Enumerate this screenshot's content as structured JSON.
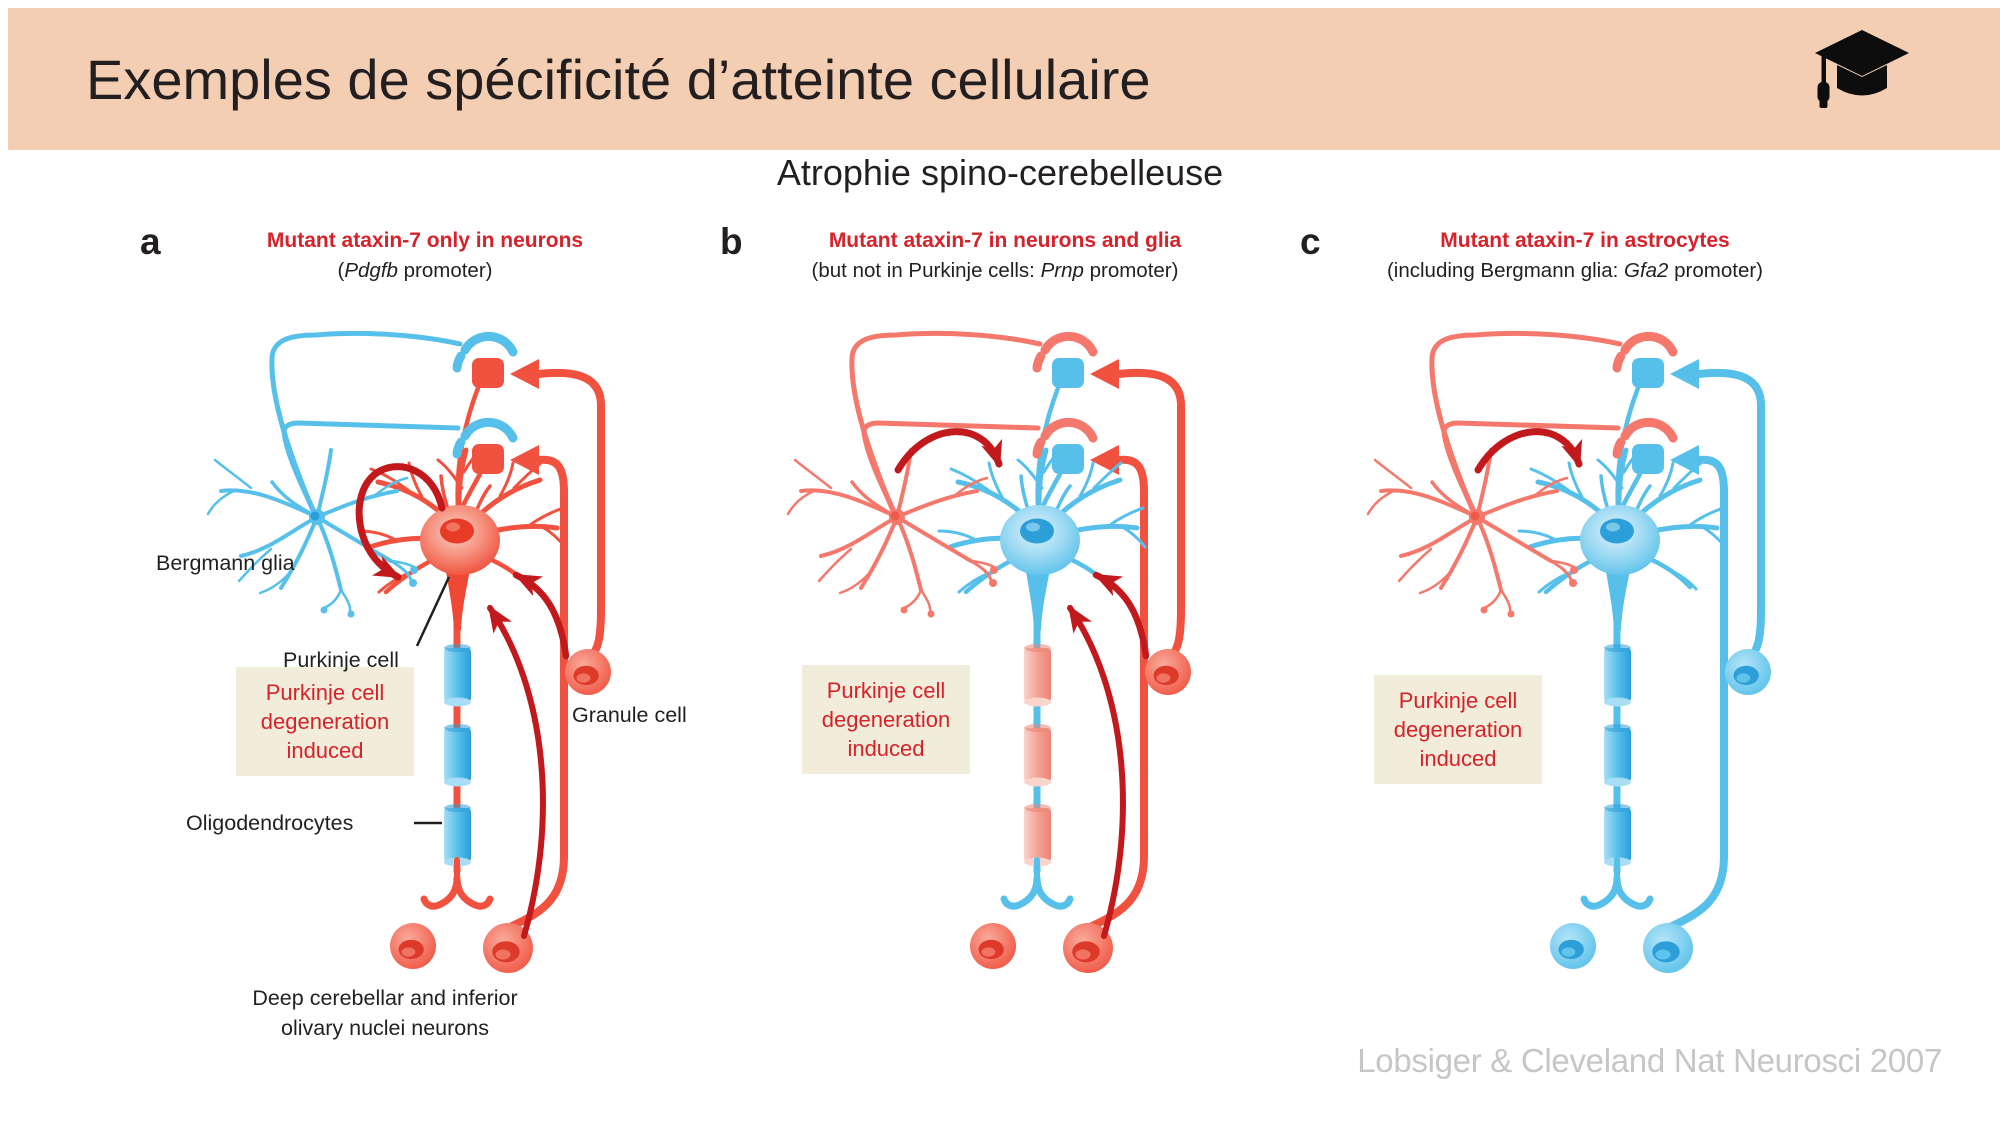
{
  "header": {
    "title": "Exemples de spécificité d’atteinte cellulaire",
    "icon": "graduation-cap-icon",
    "background": "#F4CEB2"
  },
  "subtitle": "Atrophie spino-cerebelleuse",
  "citation": "Lobsiger & Cleveland Nat Neurosci 2007",
  "figure": {
    "panels": [
      {
        "letter": "a",
        "title": "Mutant ataxin-7 only in neurons",
        "subtitle_pre": "(",
        "subtitle_italic": "Pdgfb",
        "subtitle_post": " promoter)",
        "degeneration_box": {
          "line1": "Purkinje cell",
          "line2": "degeneration",
          "line3": "induced"
        },
        "cells": {
          "bergmann_glia": "blue",
          "purkinje_cell": "red",
          "granule_cell": "red",
          "oligodendrocytes": "blue",
          "deep_neurons": "red"
        },
        "arrows": [
          "purkinje-self-loop",
          "granule-to-purkinje",
          "climbing-fiber-to-purkinje"
        ],
        "show_labels": true
      },
      {
        "letter": "b",
        "title": "Mutant ataxin-7 in neurons and glia",
        "subtitle_pre": "(but not in Purkinje cells: ",
        "subtitle_italic": "Prnp",
        "subtitle_post": " promoter)",
        "degeneration_box": {
          "line1": "Purkinje cell",
          "line2": "degeneration",
          "line3": "induced"
        },
        "cells": {
          "bergmann_glia": "salmon",
          "purkinje_cell": "blue",
          "granule_cell": "red",
          "oligodendrocytes": "salmon",
          "deep_neurons": "red"
        },
        "arrows": [
          "glia-to-purkinje",
          "granule-to-purkinje",
          "climbing-fiber-to-purkinje"
        ],
        "show_labels": false
      },
      {
        "letter": "c",
        "title": "Mutant ataxin-7 in astrocytes",
        "subtitle_pre": "(including Bergmann glia: ",
        "subtitle_italic": "Gfa2",
        "subtitle_post": " promoter)",
        "degeneration_box": {
          "line1": "Purkinje cell",
          "line2": "degeneration",
          "line3": "induced"
        },
        "cells": {
          "bergmann_glia": "salmon",
          "purkinje_cell": "blue",
          "granule_cell": "blue",
          "oligodendrocytes": "blue",
          "deep_neurons": "blue"
        },
        "arrows": [
          "glia-to-purkinje"
        ],
        "show_labels": false
      }
    ],
    "labels": {
      "bergmann": "Bergmann glia",
      "purkinje": "Purkinje cell",
      "granule": "Granule cell",
      "oligo": "Oligodendrocytes",
      "deep1": "Deep cerebellar and inferior",
      "deep2": "olivary nuclei neurons"
    },
    "colors": {
      "red": "#F0523F",
      "blue": "#57C0EA",
      "salmon": "#F4786B",
      "arrow_dark_red": "#C2191D",
      "box_bg": "#F2EDDA",
      "accent_text": "#D6222A",
      "text": "#231F20",
      "citation_gray": "#C6C6C6",
      "banner": "#F4CEB2"
    }
  }
}
